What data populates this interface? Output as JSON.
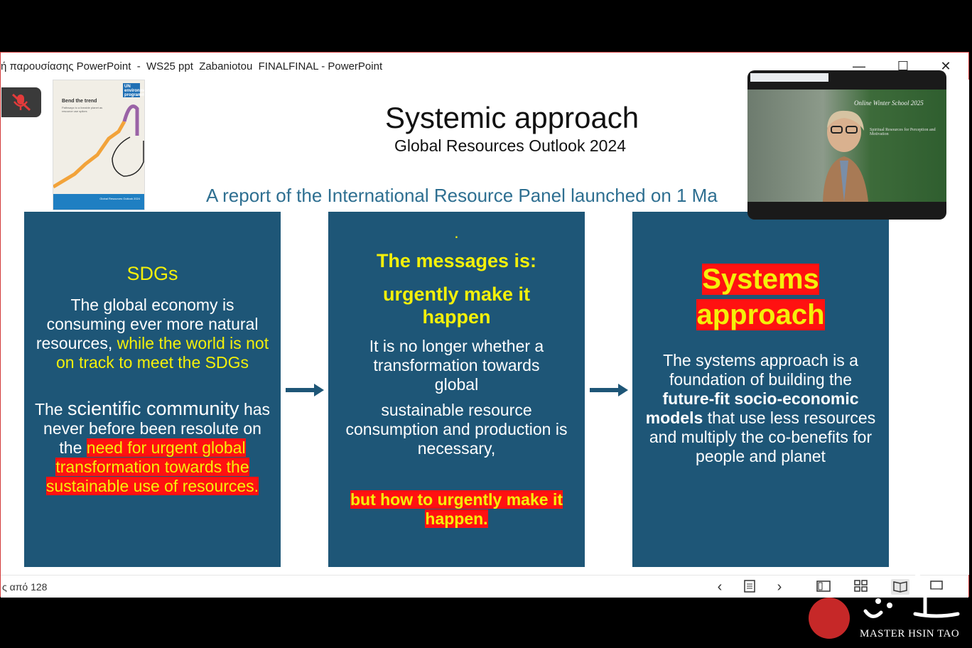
{
  "window": {
    "title": "ή παρουσίασης PowerPoint  -  WS25 ppt  Zabaniotou  FINALFINAL - PowerPoint",
    "minimize_glyph": "—",
    "maximize_glyph": "☐",
    "close_glyph": "✕"
  },
  "slide": {
    "cover": {
      "title": "Bend the trend",
      "subtitle": "Pathways to a liveable planet as resource use spikes",
      "badge": "UN environment programme",
      "footer": "Global Resources Outlook 2024"
    },
    "title": "Systemic approach",
    "subtitle": "Global Resources Outlook 2024",
    "report_line": "A report of the International Resource Panel launched on 1 Ma",
    "box1": {
      "heading": "SDGs",
      "text_a": "The global economy  is consuming ever more natural resources, ",
      "text_a_yellow": "while the world is not on track to meet the SDGs",
      "text_b_1": "The ",
      "text_b_2": "scientific community",
      "text_b_3": " has never  before been resolute on the ",
      "text_b_hl": "need for urgent global transformation towards the sustainable use of resources."
    },
    "box2": {
      "dot": ".",
      "heading": "The messages is:",
      "subheading": "urgently make it happen",
      "text_a": "It is no longer whether a transformation towards global",
      "text_b": "sustainable resource consumption and production is necessary,",
      "text_hl": "but how to urgently make it happen."
    },
    "box3": {
      "heading": "Systems approach",
      "text_1": "The systems approach is a foundation of building the ",
      "text_bold": "future-fit socio-economic models",
      "text_2": " that use less resources and multiply the co-benefits for people and planet"
    }
  },
  "statusbar": {
    "slide_count": "ς από 128",
    "prev": "‹",
    "next": "›"
  },
  "video": {
    "caption": "Online Winter School 2025",
    "caption2": "Spiritual Resources for Perception and Motivation"
  },
  "logo": {
    "name": "MASTER HSIN TAO"
  },
  "colors": {
    "box_bg": "#1e5677",
    "highlight": "#ff1111",
    "yellow_text": "#f4f00a",
    "report_blue": "#2e6f91"
  }
}
